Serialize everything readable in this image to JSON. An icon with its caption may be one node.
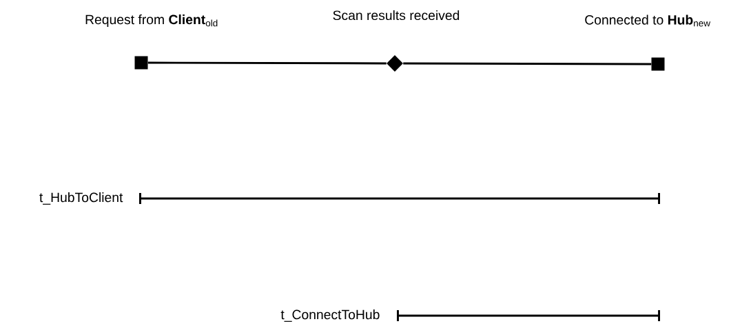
{
  "diagram": {
    "nodes": [
      {
        "text": [
          "Request from **Client**$_{old}$"
        ]
      },
      {
        "text": [
          "Scan results received"
        ]
      },
      {
        "text": [
          "Connected to **Hub**$_{new}$"
        ]
      }
    ],
    "edges": [
      {
        "from": 0,
        "to": 1,
        "arrow": "none"
      },
      {
        "from": 1,
        "to": 2,
        "arrow": "none"
      }
    ],
    "labels": [
      "t_HubToClient",
      "t_ConnectToHub"
    ]
  }
}
